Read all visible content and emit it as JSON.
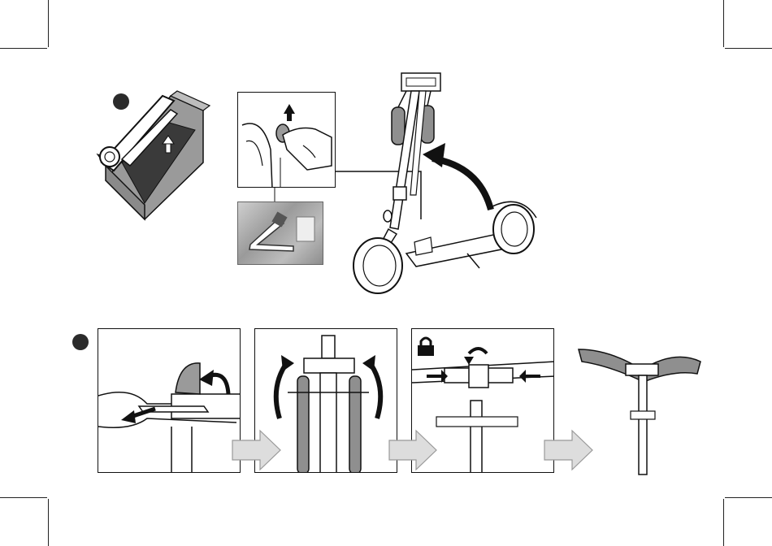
{
  "steps": {
    "step1_marker": "step-1",
    "step2_marker": "step-2",
    "step3_marker": "step-3"
  },
  "icons": [
    "lock-icon",
    "rotate-arrow-icon",
    "next-arrow-icon",
    "unfold-arrow-icon"
  ],
  "colors": {
    "ink": "#111111",
    "grip_gray": "#8f8f8f",
    "box_gray": "#9a9a9a",
    "arrow_fill": "#dddddd"
  }
}
